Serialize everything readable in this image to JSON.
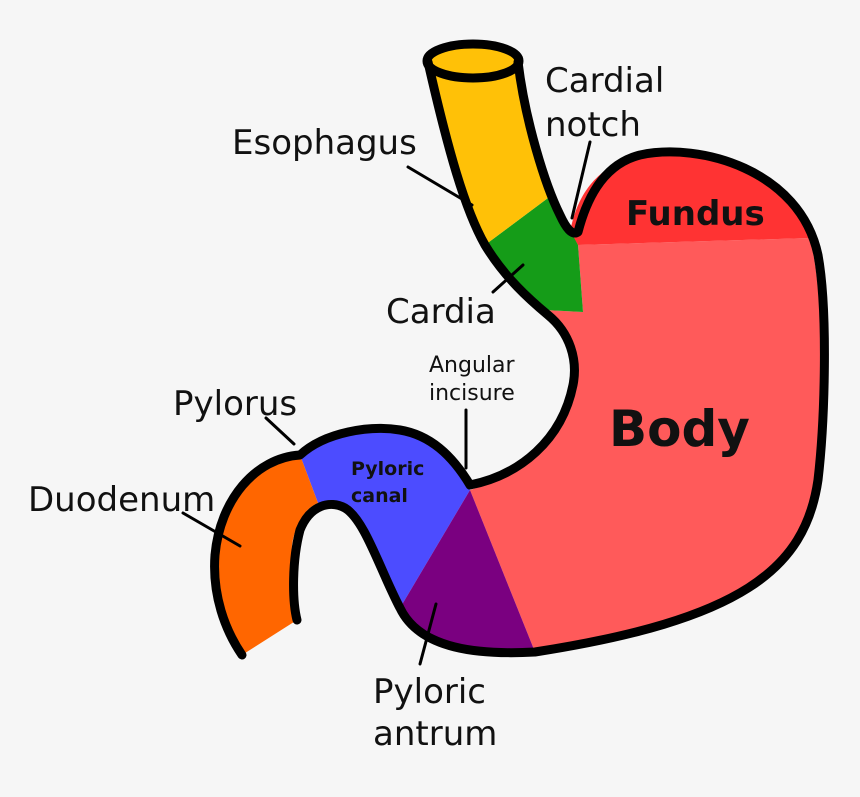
{
  "labels": {
    "cardial_notch": [
      "Cardial",
      "notch"
    ],
    "esophagus": "Esophagus",
    "fundus": "Fundus",
    "cardia": "Cardia",
    "angular_incisure": [
      "Angular",
      "incisure"
    ],
    "body": "Body",
    "pylorus": "Pylorus",
    "pyloric_canal": [
      "Pyloric",
      "canal"
    ],
    "duodenum": "Duodenum",
    "pyloric_antrum": [
      "Pyloric",
      "antrum"
    ]
  },
  "colors": {
    "background": "#f6f6f6",
    "esophagus": "#ffc107",
    "cardia": "#159c18",
    "fundus": "#ff3333",
    "body": "#ff5a5a",
    "pyloric_canal": "#4c4cff",
    "pyloric_antrum": "#7a0080",
    "duodenum": "#ff6600",
    "outline": "#000000"
  }
}
